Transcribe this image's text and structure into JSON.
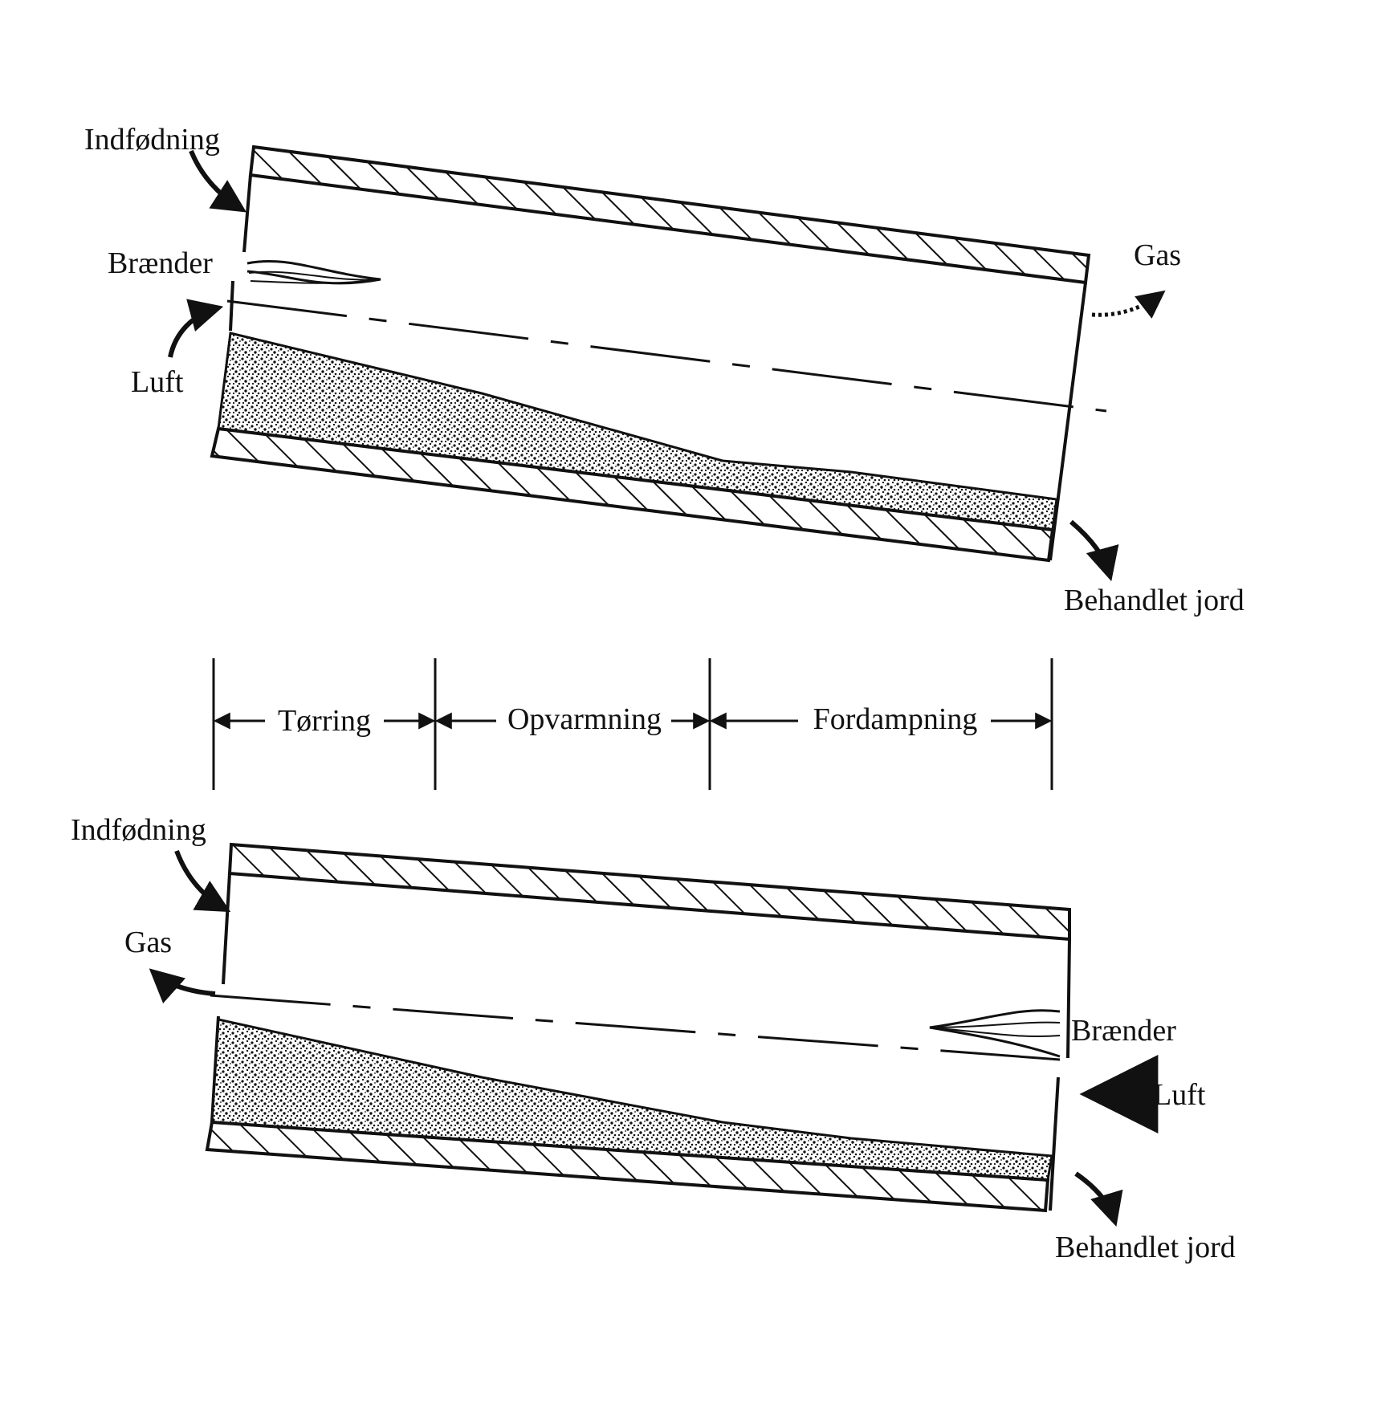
{
  "top": {
    "feed": "Indfødning",
    "burner": "Brænder",
    "air": "Luft",
    "gas": "Gas",
    "treated": "Behandlet jord"
  },
  "zones": [
    "Tørring",
    "Opvarmning",
    "Fordampning"
  ],
  "bottom": {
    "feed": "Indfødning",
    "gas": "Gas",
    "burner": "Brænder",
    "air": "Luft",
    "treated": "Behandlet jord"
  }
}
